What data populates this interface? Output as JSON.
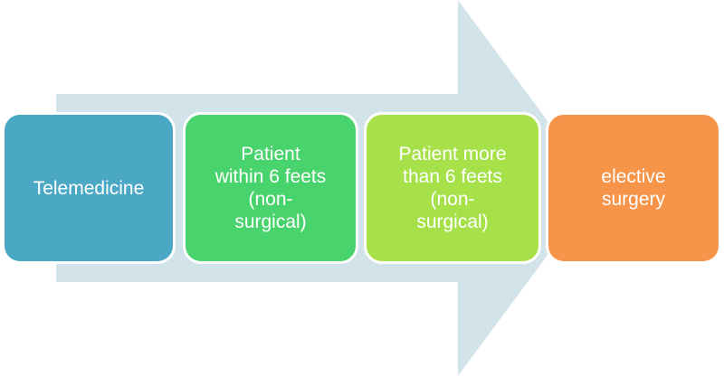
{
  "colors": {
    "arrow": "#d3e3ea",
    "step_1": "#4aa8c4",
    "step_2": "#49d36c",
    "step_3": "#a6e14a",
    "step_4": "#f6954a",
    "text": "#ffffff"
  },
  "steps": [
    {
      "lines": [
        "Telemedicine"
      ]
    },
    {
      "lines": [
        "Patient",
        "within 6 feets",
        "(non-",
        "surgical)"
      ]
    },
    {
      "lines": [
        "Patient more",
        "than 6 feets",
        "(non-",
        "surgical)"
      ]
    },
    {
      "lines": [
        "elective",
        "surgery"
      ]
    }
  ]
}
